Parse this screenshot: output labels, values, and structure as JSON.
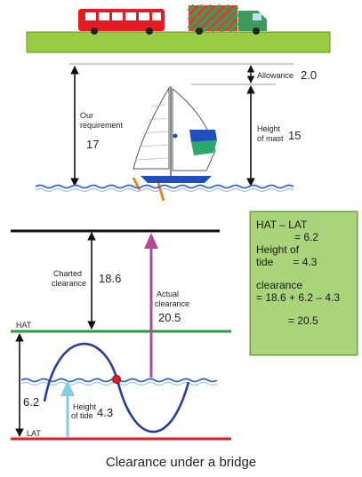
{
  "colors": {
    "bridge_green": "#99cc44",
    "bus_red": "#e31b23",
    "truck_green": "#3d9a5a",
    "water_blue": "#3366cc",
    "hat_line": "#2a9a4a",
    "lat_line": "#e31b23",
    "actual_arrow": "#b24a9a",
    "tide_arrow": "#7fcfe0",
    "calc_box": "#a9d47a",
    "sine_wave": "#2a3f9a"
  },
  "top": {
    "allowance_label": "Allowance",
    "allowance_value": "2.0",
    "requirement_label_1": "Our",
    "requirement_label_2": "requirement",
    "requirement_value": "17",
    "mast_label_1": "Height",
    "mast_label_2": "of mast",
    "mast_value": "15"
  },
  "bottom": {
    "charted_label_1": "Charted",
    "charted_label_2": "clearance",
    "charted_value": "18.6",
    "actual_label_1": "Actual",
    "actual_label_2": "clearance",
    "actual_value": "20.5",
    "hat_label": "HAT",
    "lat_label": "LAT",
    "hat_lat_value": "6.2",
    "tide_label_1": "Height",
    "tide_label_2": "of tide",
    "tide_value": "4.3"
  },
  "calc": {
    "line1": "HAT – LAT",
    "line2": "= 6.2",
    "line3": "Height of",
    "line4a": "tide",
    "line4b": "= 4.3",
    "line5": "clearance",
    "line6": "= 18.6 + 6.2 – 4.3",
    "line7": "= 20.5"
  },
  "caption": "Clearance under a bridge"
}
